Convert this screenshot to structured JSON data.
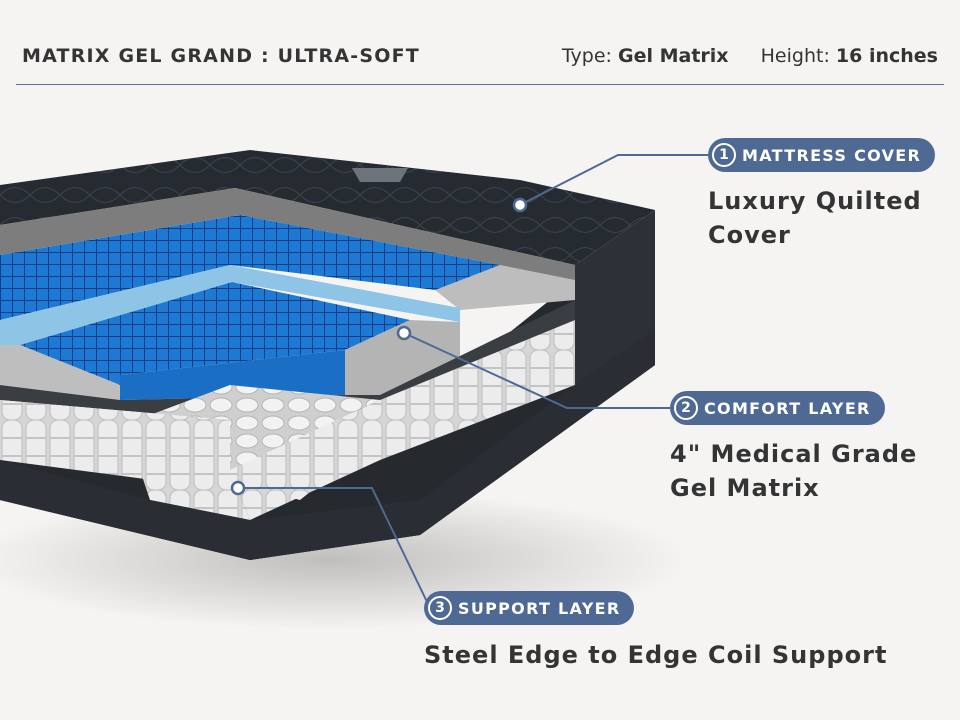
{
  "header": {
    "title": "MATRIX GEL GRAND : ULTRA-SOFT",
    "type_label": "Type:",
    "type_value": "Gel Matrix",
    "height_label": "Height:",
    "height_value": "16 inches"
  },
  "callouts": [
    {
      "number": "1",
      "label": "MATTRESS COVER",
      "description_lines": [
        "Luxury Quilted",
        "Cover"
      ]
    },
    {
      "number": "2",
      "label": "COMFORT LAYER",
      "description_lines": [
        "4\" Medical Grade",
        "Gel Matrix"
      ]
    },
    {
      "number": "3",
      "label": "SUPPORT LAYER",
      "description_lines": [
        "Steel Edge to Edge Coil Support"
      ]
    }
  ],
  "colors": {
    "accent": "#4e6a94",
    "background": "#f6f4f2",
    "cover": "#23272d",
    "gel": "#1f7fd6",
    "foam": "#b9b9b9",
    "coil": "#e6e6e6"
  }
}
